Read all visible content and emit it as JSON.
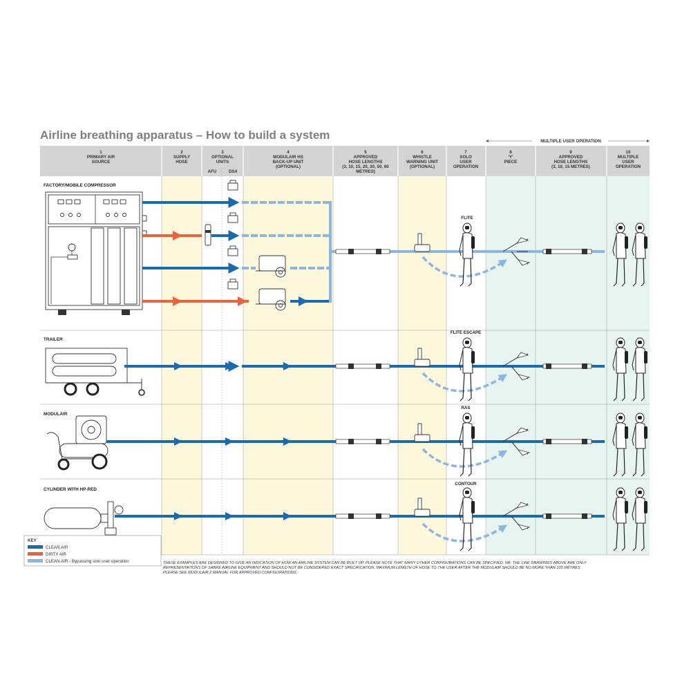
{
  "title": "Airline breathing apparatus – How to build a system",
  "multiple_user_label": "MULTIPLE USER OPERATION",
  "columns": [
    {
      "lines": [
        "1",
        "PRIMARY AIR",
        "SOURCE"
      ]
    },
    {
      "lines": [
        "2",
        "SUPPLY",
        "HOSE"
      ]
    },
    {
      "lines": [
        "3",
        "OPTIONAL",
        "UNITS"
      ],
      "sub": [
        "AFU",
        "DS4"
      ]
    },
    {
      "lines": [
        "4",
        "MODULAIR HS",
        "BACK-UP UNIT",
        "(OPTIONAL)"
      ]
    },
    {
      "lines": [
        "5",
        "APPROVED",
        "HOSE LENGTHS",
        "(3, 10, 15, 20, 30, 50, 60",
        "METRES)"
      ]
    },
    {
      "lines": [
        "6",
        "WHISTLE",
        "WARNING UNIT",
        "(OPTIONAL)"
      ]
    },
    {
      "lines": [
        "7",
        "SOLO",
        "USER",
        "OPERATION"
      ]
    },
    {
      "lines": [
        "8",
        "'Y'",
        "PIECE"
      ]
    },
    {
      "lines": [
        "9",
        "APPROVED",
        "HOSE LENGTHS",
        "(3, 10, 15 METRES)"
      ]
    },
    {
      "lines": [
        "10",
        "MULTIPLE",
        "USER",
        "OPERATION"
      ]
    }
  ],
  "rows": [
    {
      "source": "FACTORY/MOBILE COMPRESSOR",
      "solo": "FLITE"
    },
    {
      "source": "TRAILER",
      "solo": "FLITE ESCAPE"
    },
    {
      "source": "MODULAIR",
      "solo": "RAS"
    },
    {
      "source": "CYLINDER WITH HP-RED",
      "solo": "CONTOUR"
    }
  ],
  "key": {
    "title": "KEY",
    "items": [
      {
        "label": "CLEAN AIR",
        "color": "#1a6aad"
      },
      {
        "label": "DIRTY AIR",
        "color": "#e8643c"
      },
      {
        "label": "CLEAN AIR - Bypassing solo user operation",
        "color": "#8db6df"
      }
    ]
  },
  "note_lines": [
    "THESE EXAMPLES ARE DESIGNED TO GIVE AN INDICATION OF HOW AN AIRLINE SYSTEM CAN BE BUILT UP. PLEASE NOTE THAT MANY OTHER CONFIGURATIONS CAN BE SPECIFIED. NB: THE LINE DRAWINGS ABOVE ARE ONLY",
    "REPRESENTATIONS OF SABRE AIRLINE EQUIPMENT AND SHOULD NOT BE CONSIDERED EXACT SPECIFICATION. MAXIMUM LENGTH OF HOSE TO THE USER AFTER THE MODULAIR SHOULD BE NO MORE THAN 105 METRES.",
    "PLEASE SEE MODULAIR 2 MANUAL FOR APPROVED CONFIGURATIONS."
  ],
  "colors": {
    "clean_air": "#1a6aad",
    "dirty_air": "#e8643c",
    "bypass": "#8db6df",
    "header_bg": "#d4d4d4",
    "yellow_col": "#fdf8dc",
    "green_col": "#e8f4f0",
    "title_grey": "#7f7f7f"
  }
}
